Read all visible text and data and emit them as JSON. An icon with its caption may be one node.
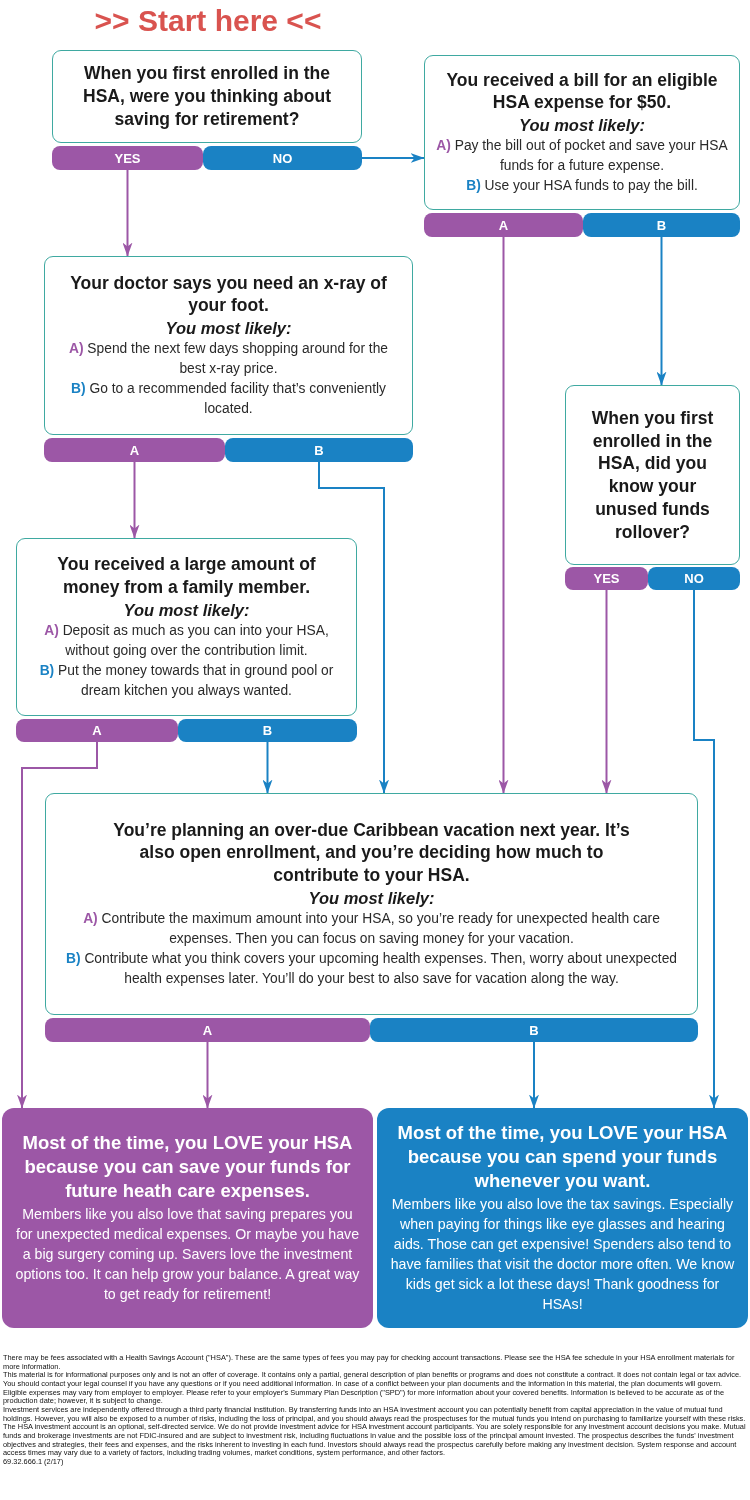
{
  "diagram": {
    "title": ">> Start here <<",
    "nodes": [
      {
        "text": [
          "When you first enrolled in the HSA, were you thinking about saving for retirement?"
        ]
      },
      {
        "text": [
          "YES"
        ]
      },
      {
        "text": [
          "NO"
        ]
      },
      {
        "text": [
          "You received a bill for an eligible HSA expense for $50.",
          "You most likely:",
          "**A)** Pay the bill out of pocket and save your HSA funds for a future expense.",
          "**B)** Use your HSA funds to pay the bill."
        ]
      },
      {
        "text": [
          "A"
        ]
      },
      {
        "text": [
          "B"
        ]
      },
      {
        "text": [
          "Your doctor says you need an x-ray of your foot.",
          "You most likely:",
          "**A)** Spend the next few days shopping around for the best x-ray price.",
          "**B)** Go to a recommended facility that’s conveniently located."
        ]
      },
      {
        "text": [
          "A"
        ]
      },
      {
        "text": [
          "B"
        ]
      },
      {
        "text": [
          "When you first enrolled in the HSA, did you know your unused funds rollover?"
        ]
      },
      {
        "text": [
          "YES"
        ]
      },
      {
        "text": [
          "NO"
        ]
      },
      {
        "text": [
          "You received a large amount of money from a family member.",
          "You most likely:",
          "**A)** Deposit as much as you can into your HSA, without going over the contribution limit.",
          "**B)** Put the money towards that in ground pool or dream kitchen you always wanted."
        ]
      },
      {
        "text": [
          "A"
        ]
      },
      {
        "text": [
          "B"
        ]
      },
      {
        "text": [
          "You’re planning an over-due Caribbean vacation next year. It’s also open enrollment, and you’re deciding how much to contribute to your HSA.",
          "You most likely:",
          "**A)** Contribute the maximum amount into your HSA, so you’re ready for unexpected health care expenses. Then you can focus on saving money for your vacation.",
          "**B)** Contribute what you think covers your upcoming health expenses. Then, worry about unexpected health expenses later. You’ll do your best to also save for vacation along the way."
        ]
      },
      {
        "text": [
          "A"
        ]
      },
      {
        "text": [
          "B"
        ]
      },
      {
        "text": [
          "Most of the time, you LOVE your HSA because you can save your funds for future heath care expenses.",
          "Members like you also love that saving prepares you for unexpected medical expenses. Or maybe you have a big surgery coming up. Savers love the investment options too. It can help grow your balance. A great way to get ready for retirement!"
        ]
      },
      {
        "text": [
          "Most of the time, you LOVE your HSA because you can spend your funds whenever you want.",
          "Members like you also love the tax savings. Especially when paying for things like eye glasses and hearing aids. Those can get expensive! Spenders also tend to have families that visit the doctor more often. We know kids get sick a lot these days! Thank goodness for HSAs!"
        ]
      }
    ],
    "edges": [
      {
        "from": 1,
        "to": 6,
        "arrow": "to",
        "color": "#9c57a6"
      },
      {
        "from": 2,
        "to": 3,
        "arrow": "to",
        "color": "#1a82c4"
      },
      {
        "from": 4,
        "to": 15,
        "arrow": "to",
        "color": "#9c57a6"
      },
      {
        "from": 5,
        "to": 9,
        "arrow": "to",
        "color": "#1a82c4"
      },
      {
        "from": 7,
        "to": 12,
        "arrow": "to",
        "color": "#9c57a6"
      },
      {
        "from": 8,
        "to": 15,
        "arrow": "to",
        "color": "#1a82c4"
      },
      {
        "from": 10,
        "to": 15,
        "arrow": "to",
        "color": "#9c57a6"
      },
      {
        "from": 11,
        "to": 19,
        "arrow": "to",
        "color": "#1a82c4"
      },
      {
        "from": 13,
        "to": 18,
        "arrow": "to",
        "color": "#9c57a6"
      },
      {
        "from": 14,
        "to": 15,
        "arrow": "to",
        "color": "#1a82c4"
      },
      {
        "from": 16,
        "to": 18,
        "arrow": "to",
        "color": "#9c57a6"
      },
      {
        "from": 17,
        "to": 19,
        "arrow": "to",
        "color": "#1a82c4"
      }
    ],
    "labels": [
      "There may be fees associated with a Health Savings Account (\"HSA\"). These are the same types of fees you may pay for checking account transactions. Please see the HSA fee schedule in your HSA enrollment materials for more information.",
      "This material is for informational purposes only and is not an offer of coverage. It contains only a partial, general description of plan benefits or programs and does not constitute a contract. It does not contain legal or tax advice. You should contact your legal counsel if you have any questions or if you need additional information. In case of a conflict between your plan documents and the information in this material, the plan documents will govern. Eligible expenses may vary from employer to employer. Please refer to your employer's Summary Plan Description (\"SPD\") for more information about your covered benefits. Information is believed to be accurate as of the production date; however, it is subject to change.",
      "Investment services are independently offered through a third party financial institution. By transferring funds into an HSA investment account you can potentially benefit from capital appreciation in the value of mutual fund holdings. However, you will also be exposed to a number of risks, including the loss of principal, and you should always read the prospectuses for the mutual funds you intend on purchasing to familiarize yourself with these risks.",
      "The HSA investment account is an optional, self-directed service. We do not provide investment advice for HSA investment account participants. You are solely responsible for any investment account decisions you make. Mutual funds and brokerage investments are not FDIC-insured and are subject to investment risk, including fluctuations in value and the possible loss of the principal amount invested. The prospectus describes the funds' investment objectives and strategies, their fees and expenses, and the risks inherent to investing in each fund. Investors should always read the prospectus carefully before making any investment decision. System response and account access times may vary due to a variety of factors, including trading volumes, market conditions, system performance, and other factors.",
      "69.32.666.1 (2/17)"
    ]
  }
}
